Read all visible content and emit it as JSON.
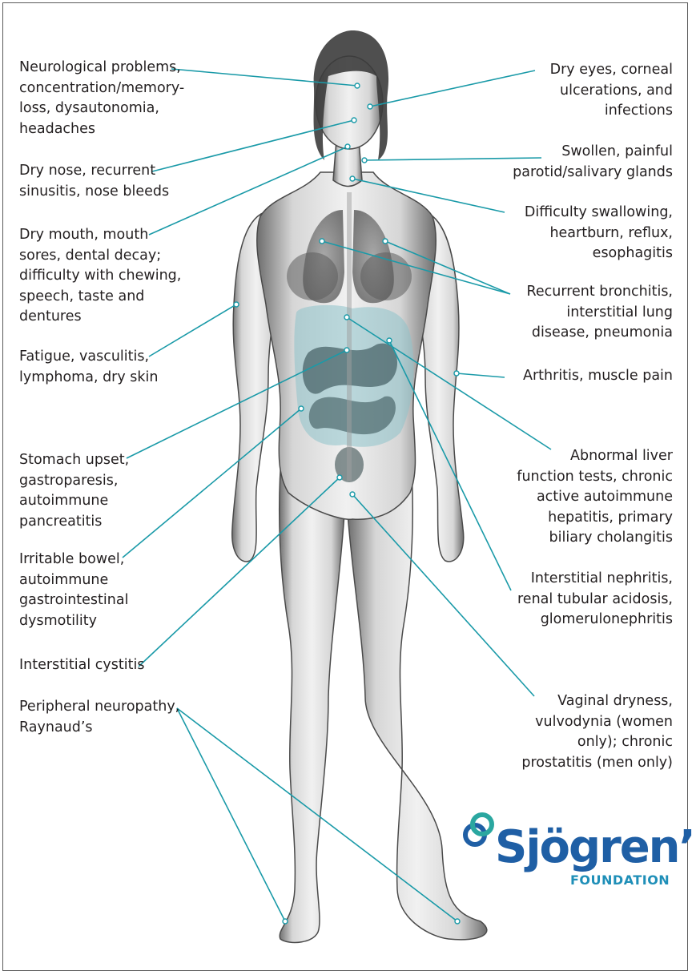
{
  "callouts": [
    {
      "key": "neuro",
      "lines": [
        "Neurological problems,",
        "concentration/memory-",
        "loss, dysautonomia,",
        "headaches"
      ]
    },
    {
      "key": "nose",
      "lines": [
        "Dry nose, recurrent",
        "sinusitis, nose bleeds"
      ]
    },
    {
      "key": "mouth",
      "lines": [
        "Dry mouth, mouth",
        "sores, dental decay;",
        "difficulty with chewing,",
        "speech, taste and",
        "dentures"
      ]
    },
    {
      "key": "fatigue",
      "lines": [
        "Fatigue, vasculitis,",
        "lymphoma, dry skin"
      ]
    },
    {
      "key": "stomach",
      "lines": [
        "Stomach upset,",
        "gastroparesis,",
        "autoimmune",
        "pancreatitis"
      ]
    },
    {
      "key": "bowel",
      "lines": [
        "Irritable bowel,",
        "autoimmune",
        "gastrointestinal",
        "dysmotility"
      ]
    },
    {
      "key": "cystitis",
      "lines": [
        "Interstitial cystitis"
      ]
    },
    {
      "key": "neuropathy",
      "lines": [
        "Peripheral neuropathy,",
        "Raynaud’s"
      ]
    },
    {
      "key": "eyes",
      "lines": [
        "Dry eyes, corneal",
        "ulcerations, and",
        "infections"
      ]
    },
    {
      "key": "parotid",
      "lines": [
        "Swollen, painful",
        "parotid/salivary glands"
      ]
    },
    {
      "key": "swallow",
      "lines": [
        "Difficulty swallowing,",
        "heartburn, reflux,",
        "esophagitis"
      ]
    },
    {
      "key": "lungs",
      "lines": [
        "Recurrent bronchitis,",
        "interstitial lung",
        "disease, pneumonia"
      ]
    },
    {
      "key": "arthritis",
      "lines": [
        "Arthritis, muscle pain"
      ]
    },
    {
      "key": "liver",
      "lines": [
        "Abnormal liver",
        "function tests, chronic",
        "active autoimmune",
        "hepatitis, primary",
        "biliary cholangitis"
      ]
    },
    {
      "key": "kidney",
      "lines": [
        "Interstitial nephritis,",
        "renal tubular acidosis,",
        "glomerulonephritis"
      ]
    },
    {
      "key": "vaginal",
      "lines": [
        "Vaginal dryness,",
        "vulvodynia (women",
        "only); chronic",
        "prostatitis (men only)"
      ]
    }
  ],
  "logo": {
    "name": "Sjögren’s",
    "subtitle": "FOUNDATION"
  },
  "colors": {
    "leader": "#1a9aa8",
    "text": "#231f20",
    "logo_blue": "#1f5fa5",
    "logo_teal": "#2aa7a0",
    "organs": "#4fa3b0"
  }
}
